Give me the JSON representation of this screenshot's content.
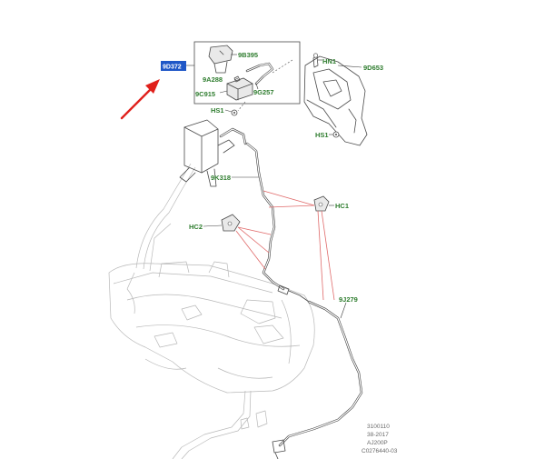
{
  "highlight_label": "9D372",
  "callouts": {
    "c_9b395": "9B395",
    "c_9a288": "9A288",
    "c_9g257": "9G257",
    "c_9c915": "9C915",
    "c_hs1_a": "HS1",
    "c_hn1": "HN1",
    "c_9d653": "9D653",
    "c_hs1_b": "HS1",
    "c_9k318": "9K318",
    "c_hc1": "HC1",
    "c_hc2": "HC2",
    "c_9j279": "9J279"
  },
  "reference_block": {
    "line1": "3100110",
    "line2": "38-2017",
    "line3": "AJ200P",
    "line4": "C0276440-03"
  },
  "colors": {
    "label_green": "#2f7d2f",
    "highlight_blue": "#1f57c7",
    "arrow_red": "#e0201b",
    "leader_red": "#e06a6a"
  },
  "icons": [
    "red-arrow-icon"
  ]
}
